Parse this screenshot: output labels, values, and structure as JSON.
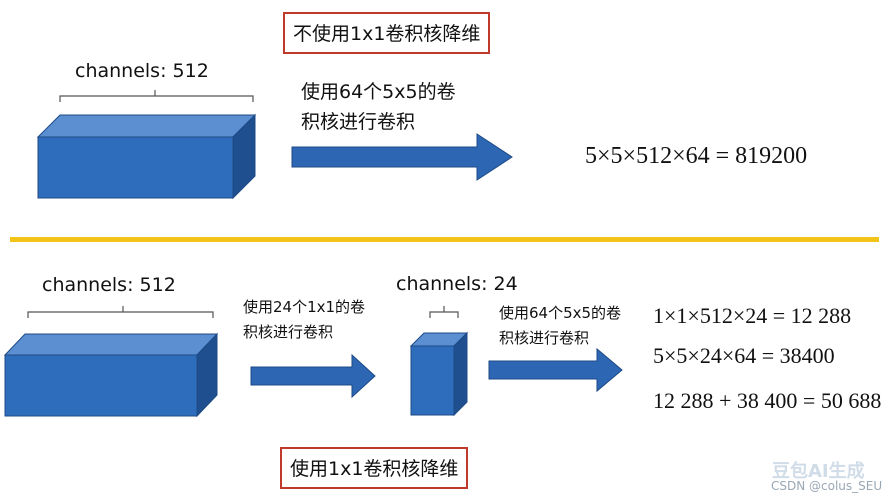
{
  "top": {
    "title": "不使用1x1卷积核降维",
    "channels_label": "channels: 512",
    "step_text": "使用64个5x5的卷\n积核进行卷积",
    "equation": "5×5×512×64 = 819200"
  },
  "bottom": {
    "title": "使用1x1卷积核降维",
    "channels_label_1": "channels: 512",
    "channels_label_2": "channels: 24",
    "step1_text": "使用24个1x1的卷\n积核进行卷积",
    "step2_text": "使用64个5x5的卷\n积核进行卷积",
    "equations": [
      "1×1×512×24 = 12 288",
      "5×5×24×64 = 38400",
      "12 288 + 38 400 = 50 688"
    ]
  },
  "watermark": {
    "logo": "豆包AI生成",
    "credit": "CSDN @colus_SEU"
  },
  "colors": {
    "block_front": "#2e6dbb",
    "block_top": "#5b8fd2",
    "block_side": "#1f4f8f",
    "arrow": "#2d67b3",
    "divider": "#f2c418",
    "title_border": "#c0392b"
  }
}
